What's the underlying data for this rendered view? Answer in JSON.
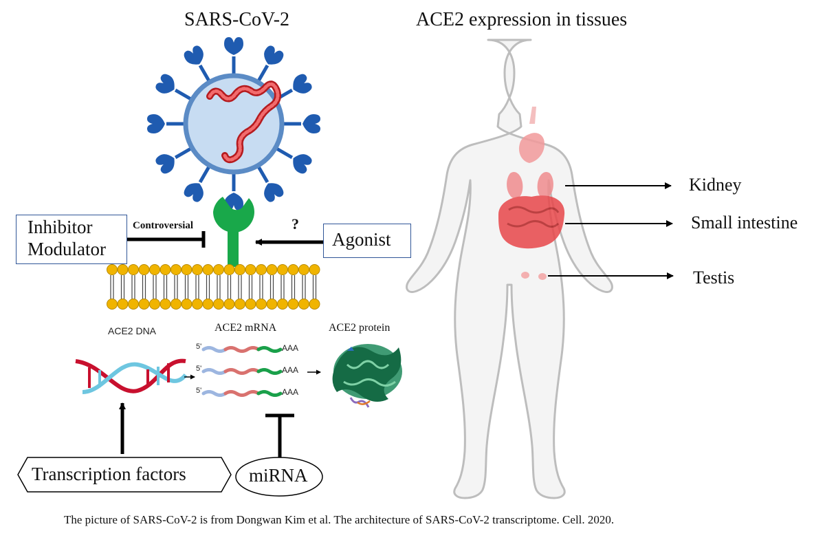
{
  "titles": {
    "virus": "SARS-CoV-2",
    "tissues": "ACE2 expression in tissues"
  },
  "regulators": {
    "inhibitor_line1": "Inhibitor",
    "inhibitor_line2": "Modulator",
    "controversial": "Controversial",
    "agonist": "Agonist",
    "question": "?",
    "transcription_factors": "Transcription factors",
    "mirna": "miRNA"
  },
  "expression": {
    "dna": "ACE2 DNA",
    "mrna": "ACE2 mRNA",
    "protein": "ACE2 protein",
    "five_prime": "5'",
    "polyA": "AAA"
  },
  "organs": [
    "Kidney",
    "Small intestine",
    "Testis"
  ],
  "caption": "The picture of SARS-CoV-2 is from Dongwan Kim et al. The architecture of SARS-CoV-2 transcriptome. Cell. 2020.",
  "colors": {
    "virus_membrane": "#5b8bc5",
    "virus_fill": "#c7dcf2",
    "spike": "#1f5bb0",
    "rna": "#e0262b",
    "receptor": "#19a84a",
    "lipid_head": "#f0b400",
    "organ": "#e8474a",
    "box_border": "#2f5597"
  }
}
